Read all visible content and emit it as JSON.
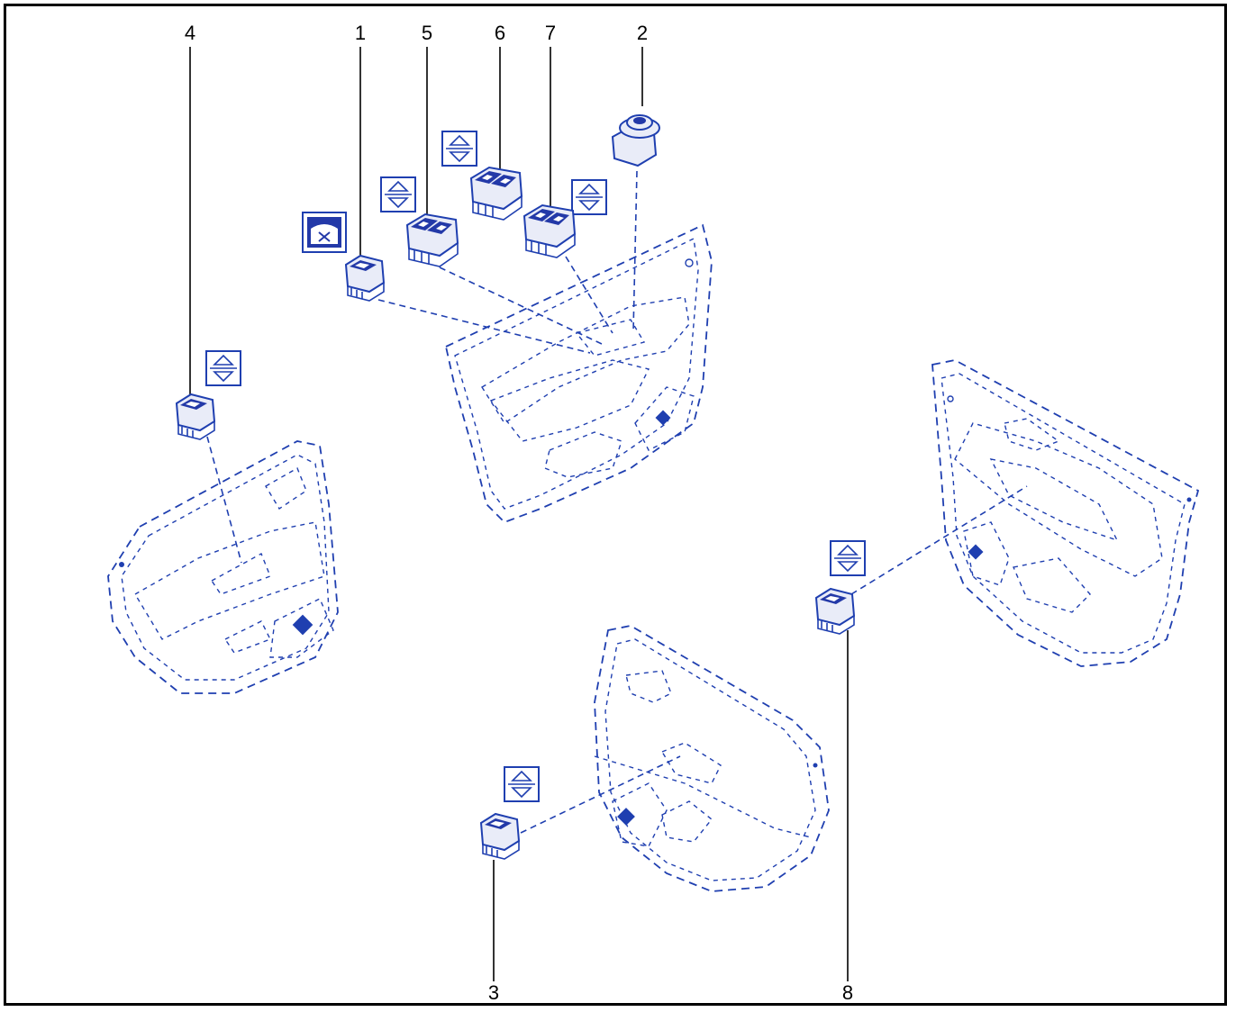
{
  "callouts": [
    {
      "id": "label-4",
      "text": "4"
    },
    {
      "id": "label-1",
      "text": "1"
    },
    {
      "id": "label-5",
      "text": "5"
    },
    {
      "id": "label-6",
      "text": "6"
    },
    {
      "id": "label-7",
      "text": "7"
    },
    {
      "id": "label-2",
      "text": "2"
    },
    {
      "id": "label-3",
      "text": "3"
    },
    {
      "id": "label-8",
      "text": "8"
    }
  ],
  "icons": {
    "window_lift": "window-up-down-icon",
    "window_lock": "window-lockout-icon",
    "mirror_control": "mirror-adjust-knob"
  },
  "colors": {
    "line": "#1f3fb0",
    "frame": "#000000",
    "background": "#ffffff"
  }
}
